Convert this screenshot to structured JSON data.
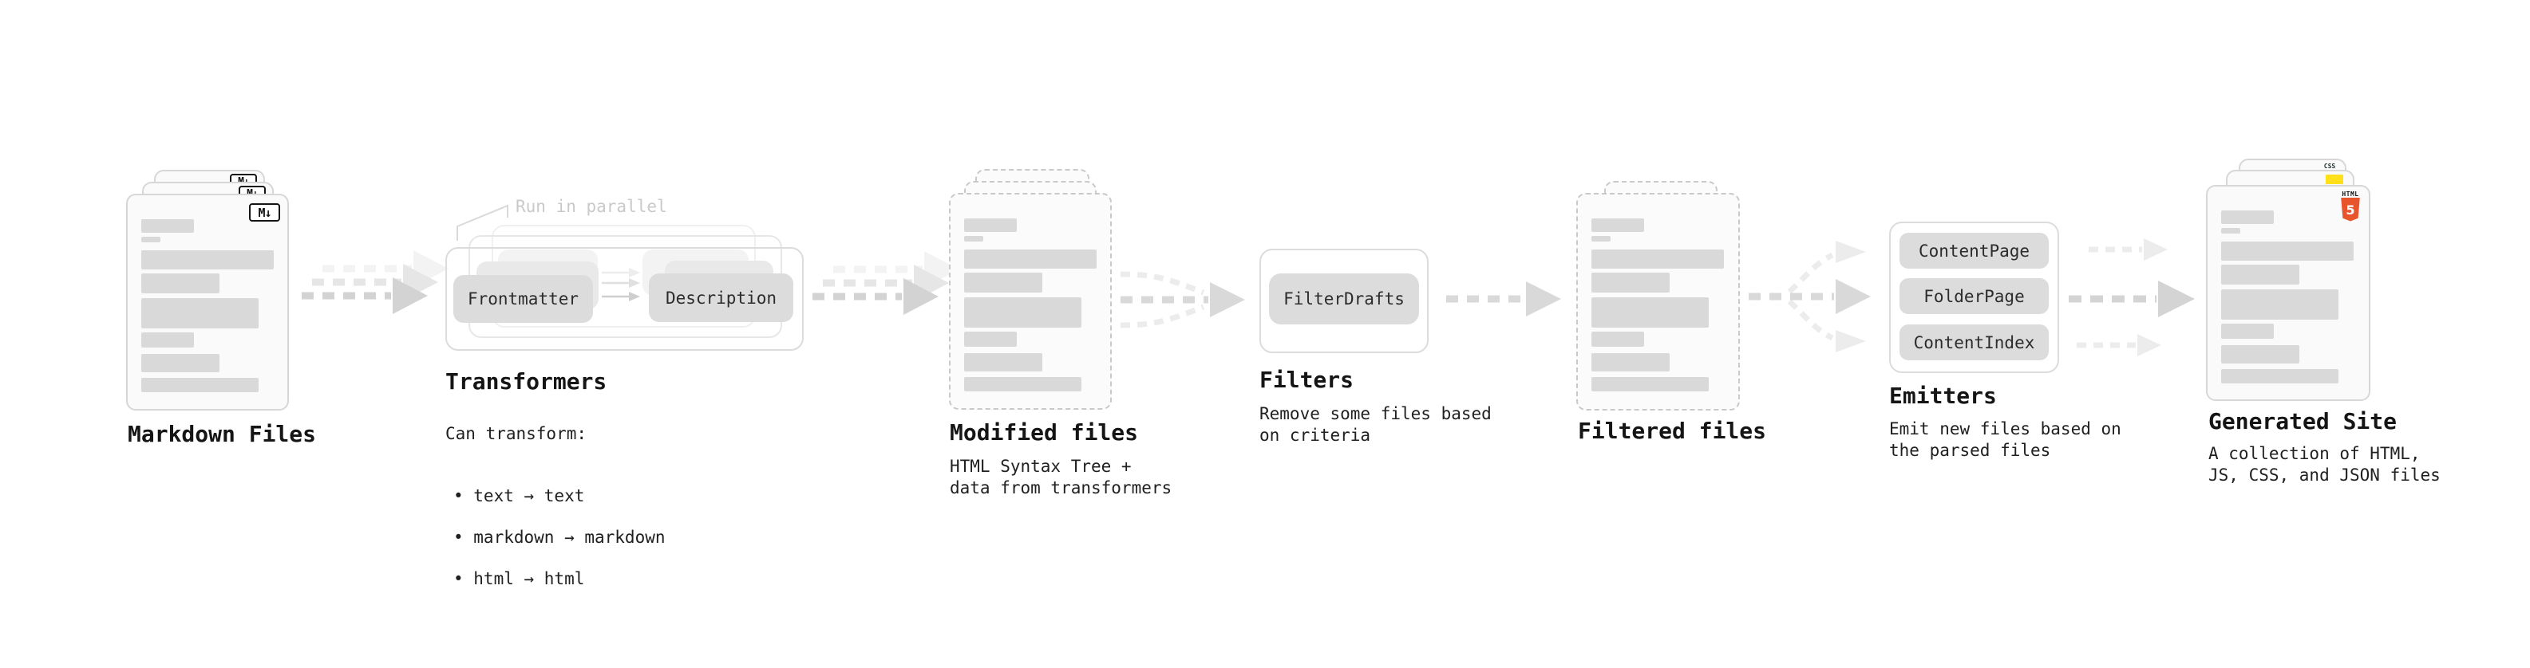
{
  "diagram": {
    "markdown": {
      "label": "Markdown Files",
      "badge": "M↓"
    },
    "transformers": {
      "label": "Transformers",
      "annotation": "Run in parallel",
      "button_left": "Frontmatter",
      "button_right": "Description",
      "desc_title": "Can transform:",
      "bullets": [
        "• text → text",
        "• markdown → markdown",
        "• html → html"
      ]
    },
    "modified": {
      "label": "Modified files",
      "desc": "HTML Syntax Tree +\ndata from transformers"
    },
    "filters": {
      "label": "Filters",
      "button": "FilterDrafts",
      "desc": "Remove some files based\non criteria"
    },
    "filtered": {
      "label": "Filtered files"
    },
    "emitters": {
      "label": "Emitters",
      "buttons": [
        "ContentPage",
        "FolderPage",
        "ContentIndex"
      ],
      "desc": "Emit new files based on\nthe parsed files"
    },
    "generated": {
      "label": "Generated Site",
      "desc": "A collection of HTML,\nJS, CSS, and JSON files",
      "html5_text": "HTML",
      "css_text": "CSS"
    },
    "colors": {
      "arrow": "#d3d3d3",
      "arrow_ghost": "#ececec",
      "placeholder_bar": "#d9d9d9",
      "pill_bg": "#dcdcdc",
      "html5_orange": "#e8552d",
      "js_yellow": "#ffe01a",
      "css_blue": "#2b6be8",
      "annotation_gray": "#c9c9c9"
    }
  }
}
